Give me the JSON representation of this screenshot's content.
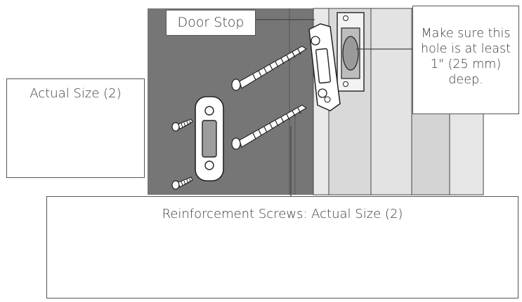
{
  "callouts": {
    "door_stop": "Door Stop",
    "hole_depth": "Make sure this hole is at least 1\" (25 mm) deep.",
    "actual_size": "Actual Size (2)",
    "reinforcement": "Reinforcement Screws: Actual Size (2)"
  },
  "colors": {
    "door_gray": "#767676",
    "frame_light": "#e4e4e4",
    "frame_mid": "#d2d2d2",
    "screw_panel": "#8a8a8a",
    "outline": "#222222",
    "plate": "#ffffff"
  }
}
